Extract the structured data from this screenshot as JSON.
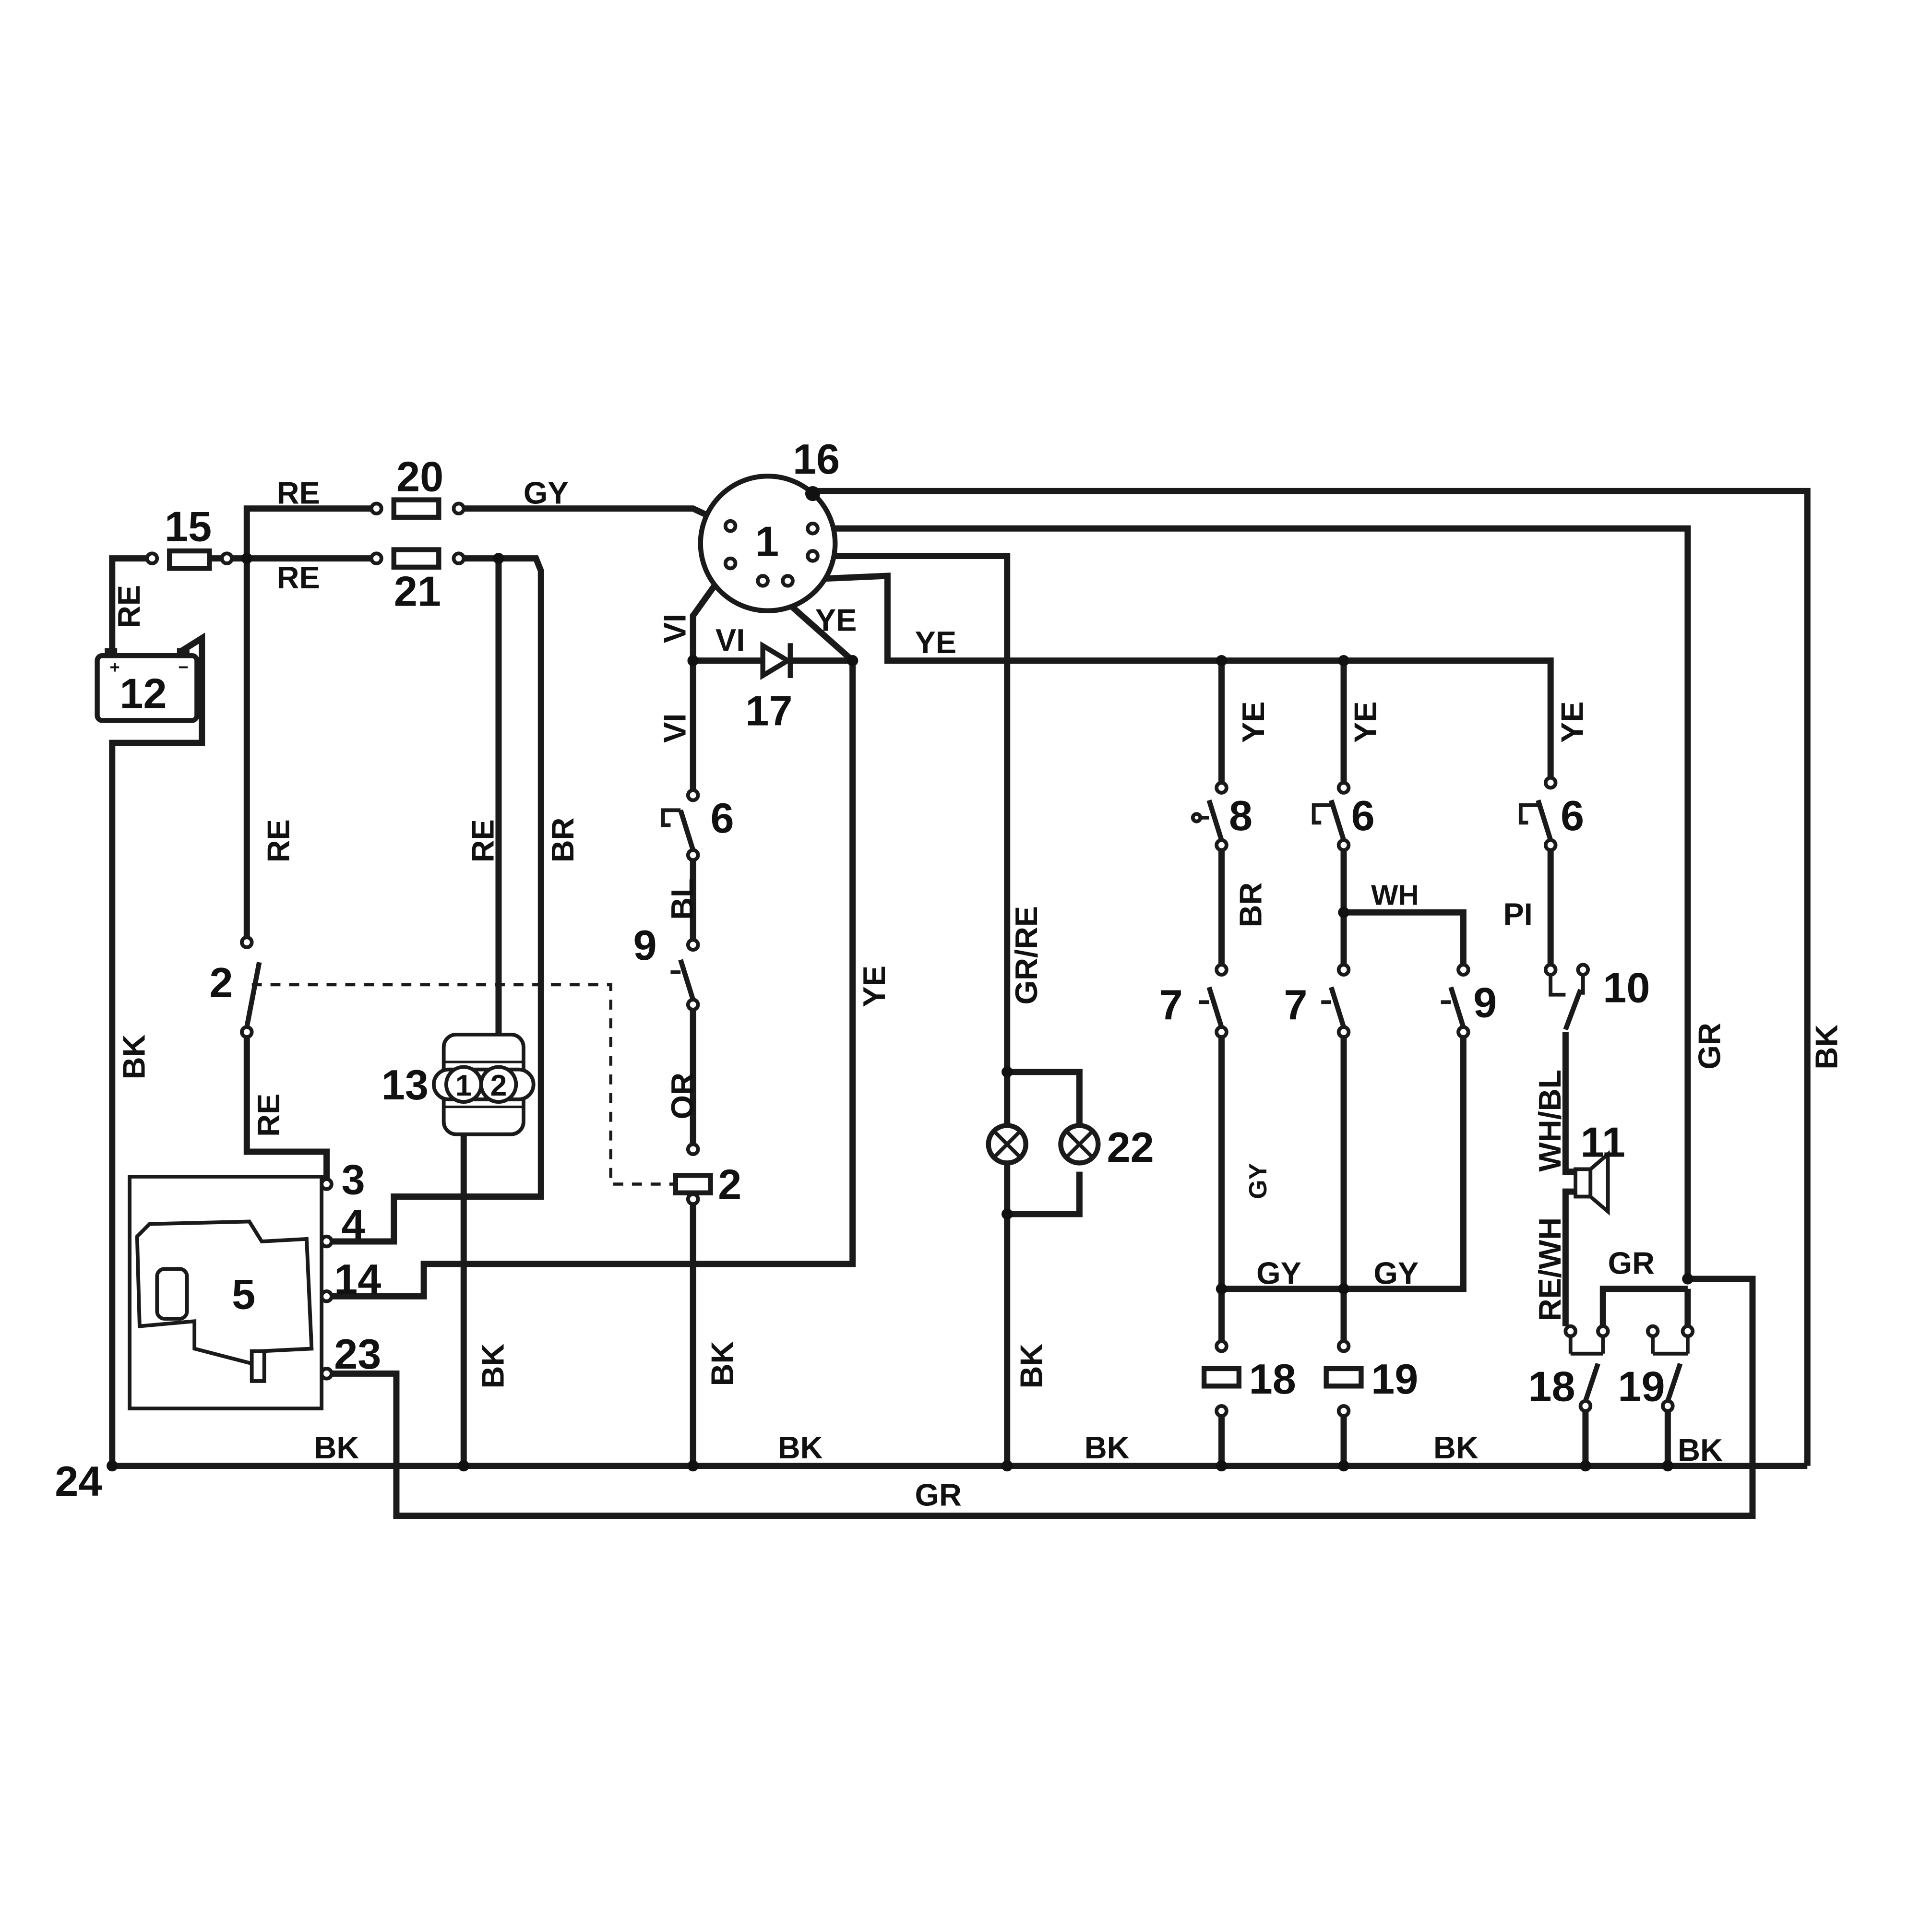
{
  "component_numbers": {
    "c1": "1",
    "c2": "2",
    "c3": "3",
    "c4": "4",
    "c5": "5",
    "c6": "6",
    "c7": "7",
    "c8": "8",
    "c9": "9",
    "c10": "10",
    "c11": "11",
    "c12": "12",
    "c13": "13",
    "c14": "14",
    "c15": "15",
    "c16": "16",
    "c17": "17",
    "c18": "18",
    "c19": "19",
    "c20": "20",
    "c21": "21",
    "c22": "22",
    "c23": "23",
    "c24": "24"
  },
  "connector_13_pins": {
    "p1": "1",
    "p2": "2"
  },
  "wire_colors": {
    "re": "RE",
    "gy": "GY",
    "vi": "VI",
    "ye": "YE",
    "bl": "BL",
    "or": "OR",
    "bk": "BK",
    "br": "BR",
    "gr_re": "GR/RE",
    "wh": "WH",
    "pi": "PI",
    "wh_bl": "WH/BL",
    "re_wh": "RE/WH",
    "gr": "GR"
  },
  "style": {
    "line_color": "#1a1a1a",
    "background": "#ffffff"
  }
}
